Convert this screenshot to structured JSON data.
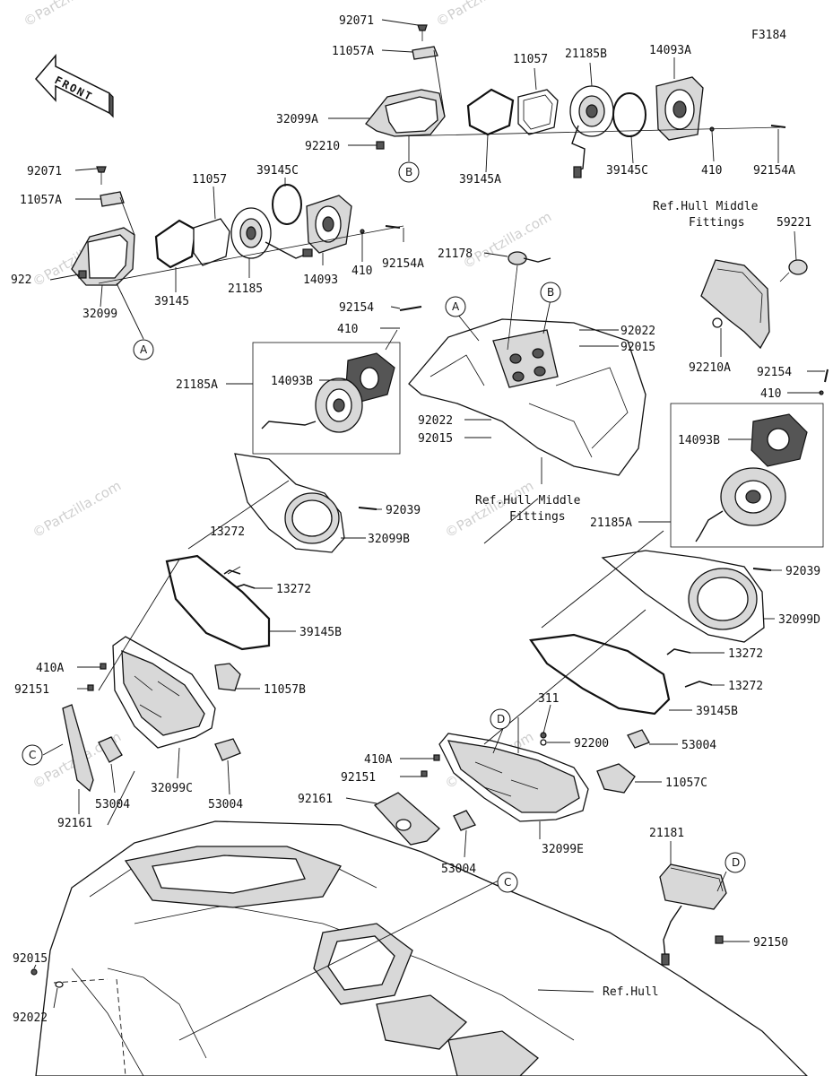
{
  "figure_code": "F3184",
  "front_label": "FRONT",
  "watermark": "©Partzilla.com",
  "parts": [
    {
      "id": "92071-top",
      "text": "92071"
    },
    {
      "id": "11057A-top",
      "text": "11057A"
    },
    {
      "id": "32099A",
      "text": "32099A"
    },
    {
      "id": "92210-top",
      "text": "92210"
    },
    {
      "id": "11057-top",
      "text": "11057"
    },
    {
      "id": "21185B",
      "text": "21185B"
    },
    {
      "id": "14093A",
      "text": "14093A"
    },
    {
      "id": "39145A",
      "text": "39145A"
    },
    {
      "id": "39145C-top",
      "text": "39145C"
    },
    {
      "id": "410-top",
      "text": "410"
    },
    {
      "id": "92154A-top",
      "text": "92154A"
    },
    {
      "id": "92071-left",
      "text": "92071"
    },
    {
      "id": "11057A-left",
      "text": "11057A"
    },
    {
      "id": "922-left",
      "text": "922"
    },
    {
      "id": "32099",
      "text": "32099"
    },
    {
      "id": "11057-left",
      "text": "11057"
    },
    {
      "id": "39145C-left",
      "text": "39145C"
    },
    {
      "id": "39145",
      "text": "39145"
    },
    {
      "id": "21185",
      "text": "21185"
    },
    {
      "id": "14093",
      "text": "14093"
    },
    {
      "id": "410-left",
      "text": "410"
    },
    {
      "id": "92154A-left",
      "text": "92154A"
    },
    {
      "id": "21178",
      "text": "21178"
    },
    {
      "id": "92154-mid",
      "text": "92154"
    },
    {
      "id": "410-mid",
      "text": "410"
    },
    {
      "id": "14093B-mid",
      "text": "14093B"
    },
    {
      "id": "21185A-mid",
      "text": "21185A"
    },
    {
      "id": "92022-mid1",
      "text": "92022"
    },
    {
      "id": "92015-mid1",
      "text": "92015"
    },
    {
      "id": "92022-mid2",
      "text": "92022"
    },
    {
      "id": "92015-mid2",
      "text": "92015"
    },
    {
      "id": "59221",
      "text": "59221"
    },
    {
      "id": "92210A",
      "text": "92210A"
    },
    {
      "id": "92154-right",
      "text": "92154"
    },
    {
      "id": "410-right",
      "text": "410"
    },
    {
      "id": "14093B-right",
      "text": "14093B"
    },
    {
      "id": "21185A-right",
      "text": "21185A"
    },
    {
      "id": "92039-left",
      "text": "92039"
    },
    {
      "id": "32099B",
      "text": "32099B"
    },
    {
      "id": "13272-a",
      "text": "13272"
    },
    {
      "id": "13272-b",
      "text": "13272"
    },
    {
      "id": "39145B-left",
      "text": "39145B"
    },
    {
      "id": "410A-left",
      "text": "410A"
    },
    {
      "id": "92151-left",
      "text": "92151"
    },
    {
      "id": "11057B",
      "text": "11057B"
    },
    {
      "id": "53004-a",
      "text": "53004"
    },
    {
      "id": "32099C",
      "text": "32099C"
    },
    {
      "id": "53004-b",
      "text": "53004"
    },
    {
      "id": "92161-left",
      "text": "92161"
    },
    {
      "id": "92039-right",
      "text": "92039"
    },
    {
      "id": "32099D",
      "text": "32099D"
    },
    {
      "id": "13272-c",
      "text": "13272"
    },
    {
      "id": "13272-d",
      "text": "13272"
    },
    {
      "id": "39145B-right",
      "text": "39145B"
    },
    {
      "id": "311",
      "text": "311"
    },
    {
      "id": "92200",
      "text": "92200"
    },
    {
      "id": "53004-c",
      "text": "53004"
    },
    {
      "id": "410A-right",
      "text": "410A"
    },
    {
      "id": "92151-right",
      "text": "92151"
    },
    {
      "id": "11057C",
      "text": "11057C"
    },
    {
      "id": "92161-right",
      "text": "92161"
    },
    {
      "id": "53004-d",
      "text": "53004"
    },
    {
      "id": "32099E",
      "text": "32099E"
    },
    {
      "id": "21181",
      "text": "21181"
    },
    {
      "id": "92150",
      "text": "92150"
    },
    {
      "id": "92015-bottom",
      "text": "92015"
    },
    {
      "id": "92022-bottom",
      "text": "92022"
    }
  ],
  "refs": {
    "hull_middle_1_line1": "Ref.Hull Middle",
    "hull_middle_1_line2": "Fittings",
    "hull_middle_2_line1": "Ref.Hull Middle",
    "hull_middle_2_line2": "Fittings",
    "hull": "Ref.Hull"
  },
  "callouts": {
    "A": "A",
    "B": "B",
    "C": "C",
    "D": "D"
  }
}
